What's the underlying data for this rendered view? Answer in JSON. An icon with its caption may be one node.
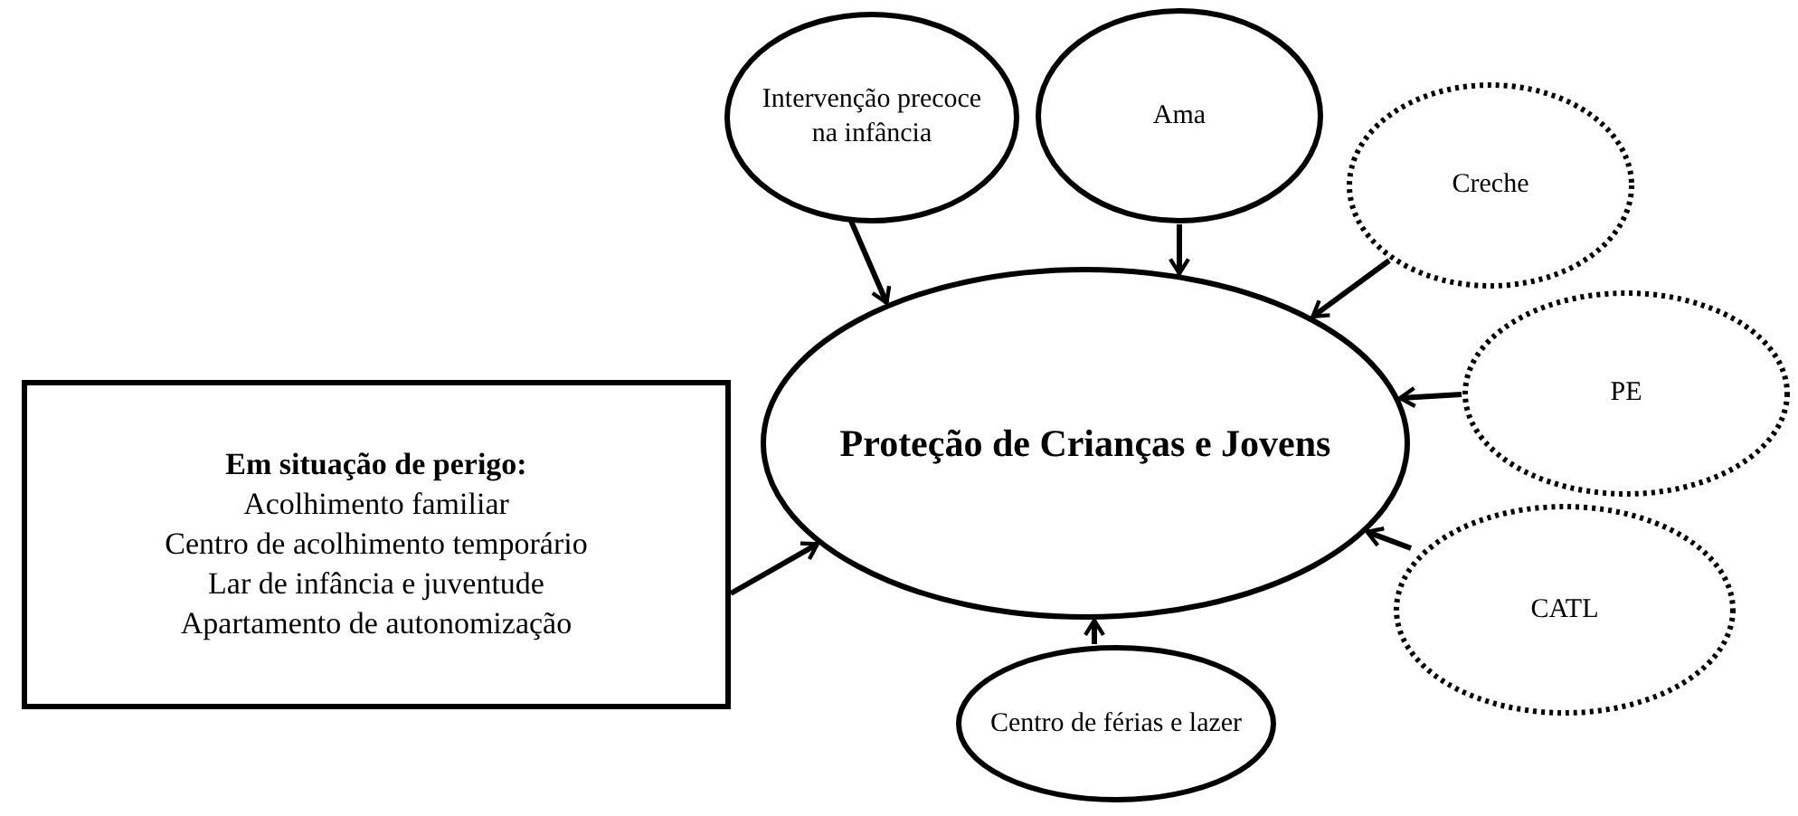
{
  "diagram": {
    "nodes": [
      {
        "text": [
          "Proteção de Crianças e Jovens"
        ]
      },
      {
        "text": [
          "Intervenção precoce na infância"
        ]
      },
      {
        "text": [
          "Ama"
        ]
      },
      {
        "text": [
          "Creche"
        ]
      },
      {
        "text": [
          "PE"
        ]
      },
      {
        "text": [
          "CATL"
        ]
      },
      {
        "text": [
          "Centro de férias e lazer"
        ]
      },
      {
        "text": [
          "Em situação de perigo:",
          "Acolhimento familiar",
          "Centro de acolhimento temporário",
          "Lar de infância e juventude",
          "Apartamento de autonomização"
        ]
      }
    ],
    "edges": [
      {
        "from": 1,
        "to": 0,
        "arrow": "to"
      },
      {
        "from": 2,
        "to": 0,
        "arrow": "to"
      },
      {
        "from": 3,
        "to": 0,
        "arrow": "to"
      },
      {
        "from": 4,
        "to": 0,
        "arrow": "to"
      },
      {
        "from": 5,
        "to": 0,
        "arrow": "to"
      },
      {
        "from": 6,
        "to": 0,
        "arrow": "to"
      },
      {
        "from": 7,
        "to": 0,
        "arrow": "to"
      }
    ]
  }
}
